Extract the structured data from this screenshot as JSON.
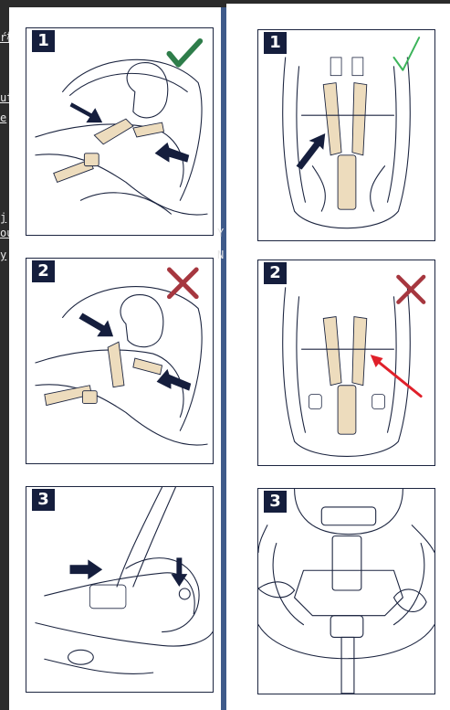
{
  "background_text": [
    "ŕ檢",
    "ut",
    "e",
    "j",
    "ou",
    "y",
    "Y",
    "N"
  ],
  "colors": {
    "navy": "#151e3d",
    "divider": "#3e5a8a",
    "strap": "#eddcbd",
    "check_dark": "#2e7d4a",
    "check_light": "#3cb45a",
    "cross": "#a6373f",
    "red_arrow": "#e0202a"
  },
  "left_column": {
    "panels": [
      {
        "number": "1",
        "status_icon": "checkmark-icon"
      },
      {
        "number": "2",
        "status_icon": "cross-icon"
      },
      {
        "number": "3",
        "status_icon": "none"
      }
    ]
  },
  "right_column": {
    "panels": [
      {
        "number": "1",
        "status_icon": "checkmark-icon"
      },
      {
        "number": "2",
        "status_icon": "cross-icon"
      },
      {
        "number": "3",
        "status_icon": "none"
      }
    ]
  }
}
